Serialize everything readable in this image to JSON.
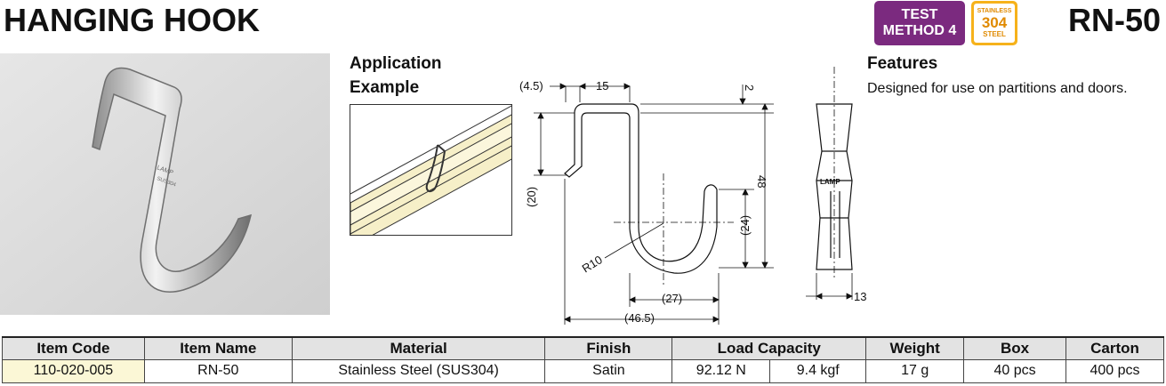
{
  "header": {
    "title": "HANGING HOOK",
    "model": "RN-50",
    "badge_test": [
      "TEST",
      "METHOD 4"
    ],
    "badge_steel": [
      "STAINLESS",
      "304",
      "STEEL"
    ]
  },
  "application": {
    "label_line1": "Application",
    "label_line2": "Example"
  },
  "drawing": {
    "dims": [
      "(4.5)",
      "15",
      "2",
      "(20)",
      "48",
      "(24)",
      "R10",
      "(27)",
      "(46.5)",
      "13"
    ],
    "side_mark": "LAMP"
  },
  "features": {
    "title": "Features",
    "text": "Designed for use on partitions and doors."
  },
  "table": {
    "headers": [
      "Item Code",
      "Item Name",
      "Material",
      "Finish",
      "Load Capacity",
      "Weight",
      "Box",
      "Carton"
    ],
    "row": {
      "item_code": "110-020-005",
      "item_name": "RN-50",
      "material": "Stainless Steel (SUS304)",
      "finish": "Satin",
      "load_n": "92.12 N",
      "load_kgf": "9.4 kgf",
      "weight": "17 g",
      "box": "40 pcs",
      "carton": "400 pcs"
    }
  },
  "colors": {
    "badge_purple": "#7b2a7f",
    "badge_orange": "#f6b21b",
    "code_cell": "#fbf7d6",
    "header_cell": "#e3e3e3"
  }
}
